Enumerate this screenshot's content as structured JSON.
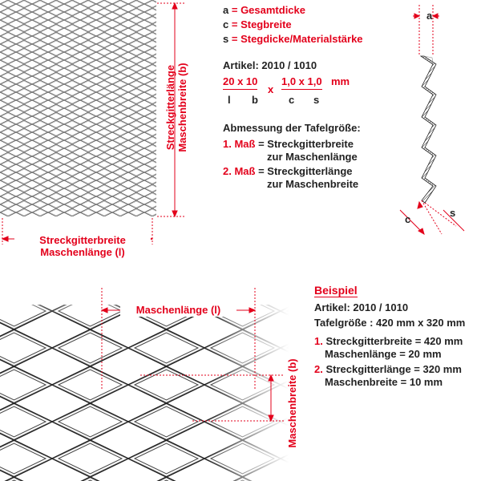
{
  "top_left": {
    "vert_label_line1": "Streckgitterlänge",
    "vert_label_line2": "Maschenbreite (b)",
    "horiz_label_line1": "Streckgitterbreite",
    "horiz_label_line2": "Maschenlänge (l)"
  },
  "legend": {
    "a_key": "a",
    "a_desc": "= Gesamtdicke",
    "c_key": "c",
    "c_desc": "= Stegbreite",
    "s_key": "s",
    "s_desc": "= Stegdicke/Materialstärke"
  },
  "artikel": {
    "title": "Artikel: 2010 / 1010",
    "size_lb": "20 x 10",
    "times": "x",
    "size_cs": "1,0 x 1,0",
    "unit": "mm",
    "sub_l": "l",
    "sub_b": "b",
    "sub_c": "c",
    "sub_s": "s"
  },
  "abmessung": {
    "title": "Abmessung der Tafelgröße:",
    "item1_num": "1.",
    "item1_key": "Maß",
    "item1_line1": "= Streckgitterbreite",
    "item1_line2": "zur Maschenlänge",
    "item2_num": "2.",
    "item2_key": "Maß",
    "item2_line1": "= Streckgitterlänge",
    "item2_line2": "zur Maschenbreite"
  },
  "profile": {
    "a_label": "a",
    "c_label": "c",
    "s_label": "s"
  },
  "bottom_left": {
    "maschenlaenge_label": "Maschenlänge (l)",
    "maschenbreite_label": "Maschenbreite (b)"
  },
  "beispiel": {
    "title": "Beispiel",
    "artikel": "Artikel: 2010 / 1010",
    "tafel": "Tafelgröße : 420 mm x 320 mm",
    "item1_num": "1.",
    "item1_line1": "Streckgitterbreite = 420 mm",
    "item1_line2": "Maschenlänge = 20 mm",
    "item2_num": "2.",
    "item2_line1": "Streckgitterlänge = 320 mm",
    "item2_line2": "Maschenbreite = 10 mm"
  },
  "colors": {
    "accent": "#e3001b",
    "text": "#222222"
  }
}
